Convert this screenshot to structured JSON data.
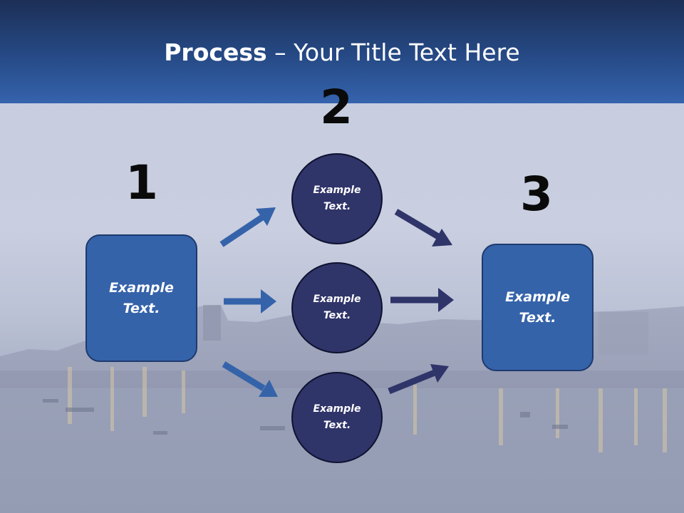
{
  "slide": {
    "title_bold": "Process",
    "title_rest": " – Your Title Text Here",
    "step_numbers": [
      "1",
      "2",
      "3"
    ],
    "left_box": "Example Text.",
    "right_box": "Example Text.",
    "circles": [
      {
        "label": "Example Text."
      },
      {
        "label": "Example Text."
      },
      {
        "label": "Example Text."
      }
    ]
  },
  "colors": {
    "header": "#264a86",
    "box_fill": "#3563aa",
    "circle_fill": "#2f3469",
    "arrow_blue": "#3563aa",
    "arrow_navy": "#2f3469"
  }
}
